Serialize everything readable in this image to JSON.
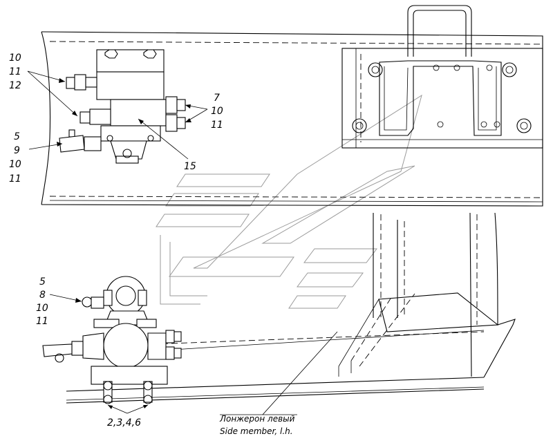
{
  "callouts": {
    "top_left_1": [
      "10",
      "11",
      "12"
    ],
    "top_left_2": [
      "5",
      "9",
      "10",
      "11"
    ],
    "top_right": [
      "7",
      "10",
      "11"
    ],
    "top_bottom": "15",
    "bottom_left": [
      "5",
      "8",
      "10",
      "11"
    ],
    "bottom_bottom": "2,3,4,6"
  },
  "caption": {
    "ru": "Лонжерон левый",
    "en": "Side member, l.h."
  }
}
